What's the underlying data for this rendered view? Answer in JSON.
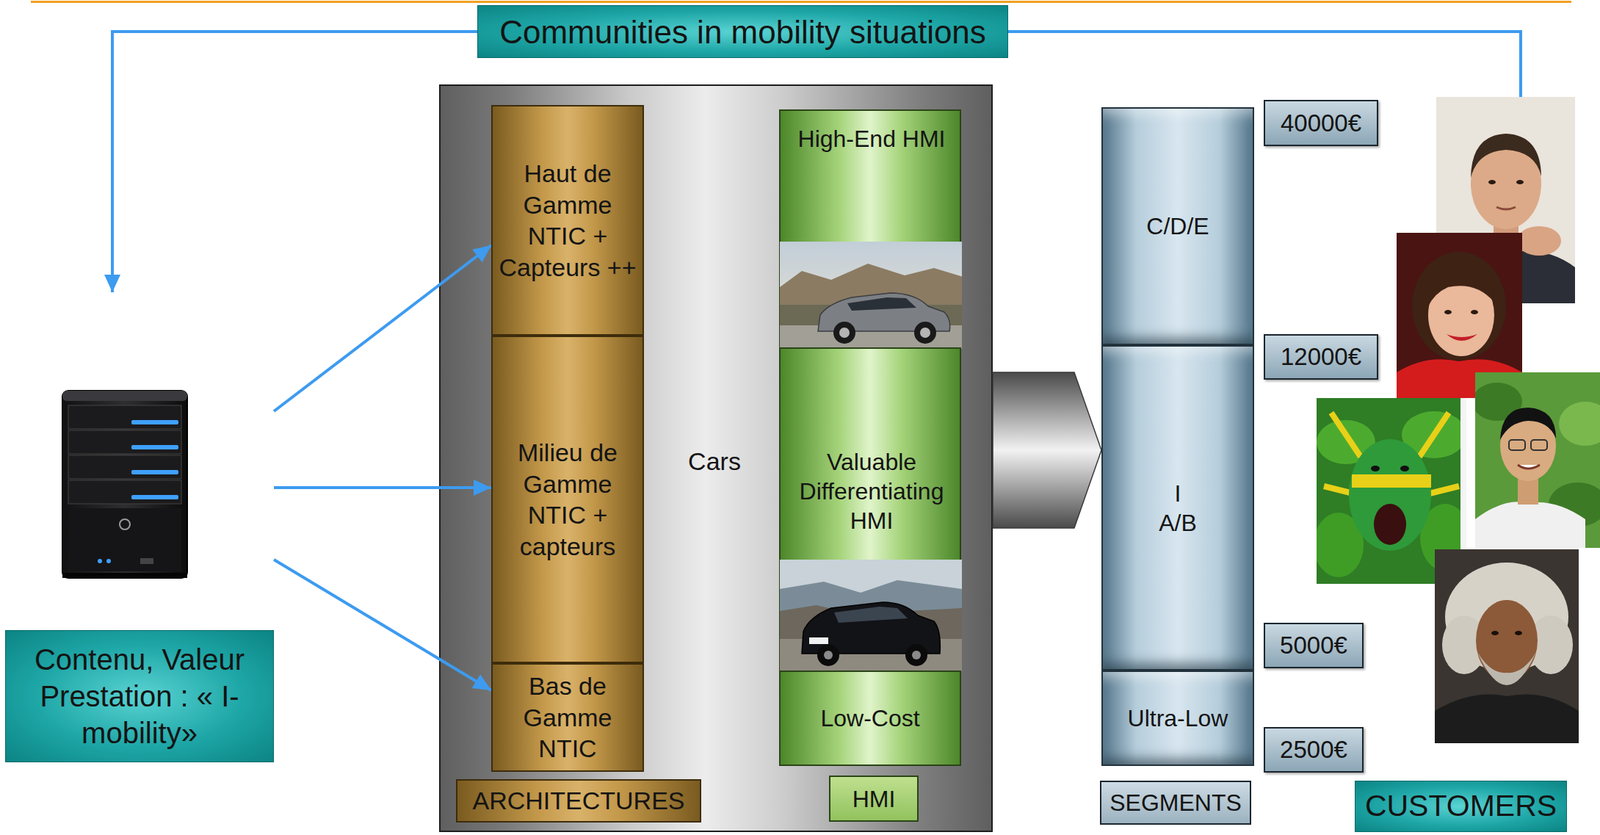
{
  "diagram": {
    "nodes": [
      {
        "text": [
          "Communities in mobility situations"
        ]
      },
      {
        "text": [
          "Contenu, Valeur Prestation : « I-mobility»"
        ]
      },
      {
        "text": [
          "Cars"
        ]
      },
      {
        "text": [
          "Haut de Gamme NTIC + Capteurs ++"
        ],
        "in": 2
      },
      {
        "text": [
          "Milieu de Gamme NTIC + capteurs"
        ],
        "in": 2
      },
      {
        "text": [
          "Bas de Gamme NTIC"
        ],
        "in": 2
      },
      {
        "text": [
          "ARCHITECTURES"
        ],
        "in": 2
      },
      {
        "text": [
          "High-End HMI"
        ],
        "in": 2
      },
      {
        "text": [
          "Valuable Differentiating HMI"
        ],
        "in": 2
      },
      {
        "text": [
          "Low-Cost"
        ],
        "in": 2
      },
      {
        "text": [
          "HMI"
        ],
        "in": 2
      },
      {
        "text": [
          "C/D/E"
        ]
      },
      {
        "text": [
          "I A/B"
        ]
      },
      {
        "text": [
          "Ultra-Low"
        ]
      },
      {
        "text": [
          "SEGMENTS"
        ]
      },
      {
        "text": [
          "40000€"
        ]
      },
      {
        "text": [
          "12000€"
        ]
      },
      {
        "text": [
          "5000€"
        ]
      },
      {
        "text": [
          "2500€"
        ]
      },
      {
        "text": [
          "CUSTOMERS"
        ]
      }
    ],
    "edges": [
      {
        "from": 0,
        "to": 1,
        "arrow": "to"
      },
      {
        "from": 0,
        "to": 19,
        "arrow": "none"
      },
      {
        "from": 1,
        "to": 3,
        "arrow": "to"
      },
      {
        "from": 1,
        "to": 4,
        "arrow": "to"
      },
      {
        "from": 1,
        "to": 5,
        "arrow": "to"
      },
      {
        "from": 2,
        "to": 12,
        "arrow": "to"
      }
    ]
  }
}
